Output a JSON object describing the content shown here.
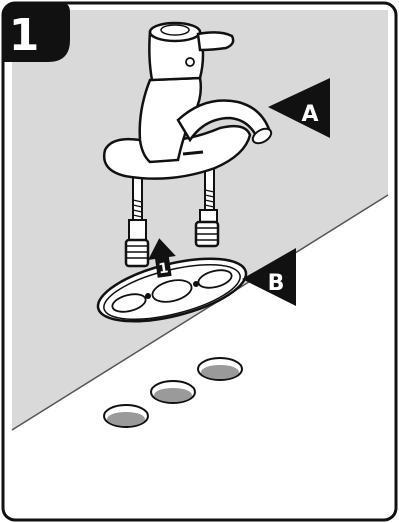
{
  "step": {
    "number": "1"
  },
  "callouts": {
    "a": "A",
    "b": "B"
  },
  "arrow": {
    "label": "1"
  },
  "colors": {
    "background_gray": "#d9d9d9",
    "outline": "#111111",
    "white": "#ffffff",
    "hole_inner": "#9a9a9a"
  }
}
